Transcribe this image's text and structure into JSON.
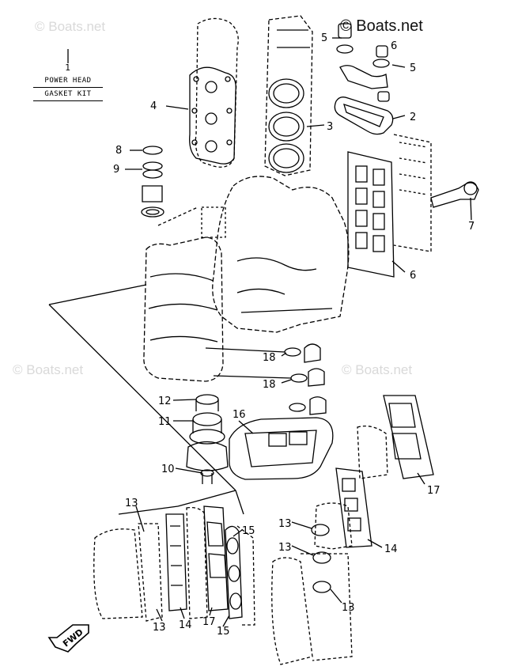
{
  "watermark": {
    "top_right": "© Boats.net",
    "faint": "© Boats.net"
  },
  "kit": {
    "item": "1",
    "line1": "POWER HEAD",
    "line2": "GASKET KIT"
  },
  "callouts": {
    "c2": "2",
    "c3": "3",
    "c4": "4",
    "c5a": "5",
    "c5b": "5",
    "c6a": "6",
    "c6b": "6",
    "c7": "7",
    "c8": "8",
    "c9": "9",
    "c10": "10",
    "c11": "11",
    "c12": "12",
    "c13a": "13",
    "c13b": "13",
    "c13c": "13",
    "c13d": "13",
    "c13e": "13",
    "c14a": "14",
    "c14b": "14",
    "c15a": "15",
    "c15b": "15",
    "c16": "16",
    "c17a": "17",
    "c17b": "17",
    "c18a": "18",
    "c18b": "18"
  },
  "fwd_arrow": "FWD"
}
